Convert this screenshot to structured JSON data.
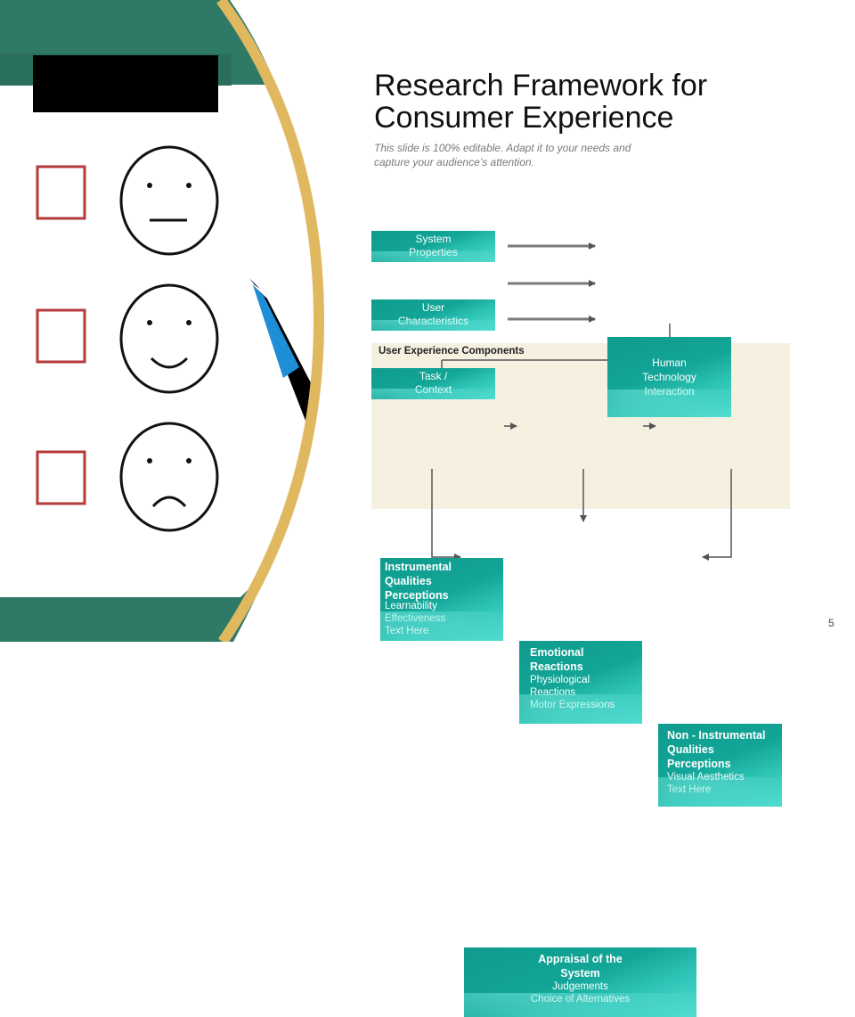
{
  "slide": {
    "title_line1": "Research Framework for",
    "title_line2": "Consumer Experience",
    "subtitle_line1": "This slide is 100% editable. Adapt it to your needs and",
    "subtitle_line2": "capture your audience’s attention.",
    "page_number": "5"
  },
  "inputs": [
    {
      "line1": "System",
      "line2": "Properties"
    },
    {
      "line1": "User",
      "line2": "Characteristics"
    },
    {
      "line1": "Task /",
      "line2": "Context"
    }
  ],
  "hti": {
    "line1": "Human",
    "line2": "Technology",
    "line3": "Interaction"
  },
  "ux_label": "User Experience Components",
  "components": {
    "instrumental": {
      "title_lines": [
        "Instrumental",
        "Qualities",
        "Perceptions"
      ],
      "items": [
        "Learnability",
        "Effectiveness",
        "Text Here"
      ]
    },
    "emotional": {
      "title_lines": [
        "Emotional",
        "Reactions"
      ],
      "items": [
        "Physiological",
        "Reactions",
        "Motor Expressions"
      ]
    },
    "noninstrumental": {
      "title_lines": [
        "Non - Instrumental",
        "Qualities",
        "Perceptions"
      ],
      "items": [
        "Visual Aesthetics",
        "Text Here"
      ]
    }
  },
  "appraisal": {
    "title_line1": "Appraisal of the",
    "title_line2": "System",
    "item1": "Judgements",
    "item2": "Choice of Alternatives"
  },
  "colors": {
    "teal": "#12a597",
    "panel": "#f6f0e1",
    "green_band": "#2f7a66",
    "gold": "#e0b860",
    "arrow": "#555555"
  }
}
